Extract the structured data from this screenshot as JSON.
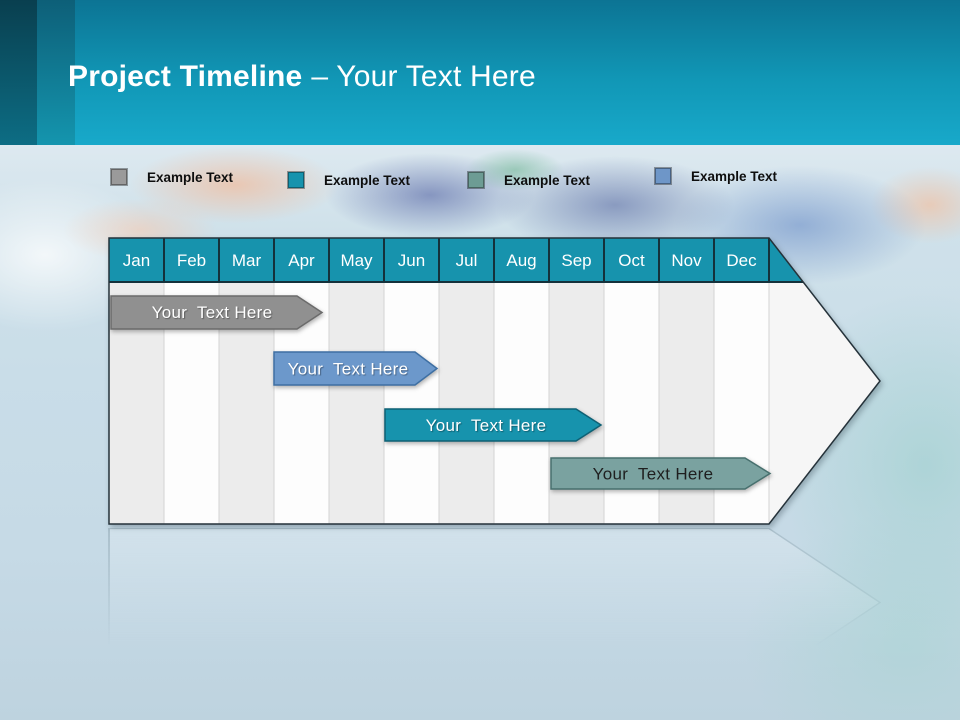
{
  "header": {
    "title_primary": "Project Timeline",
    "title_secondary": "– Your Text Here",
    "band_top_color": "#0c7494",
    "band_bottom_color": "#18a9ca"
  },
  "legend": {
    "items": [
      {
        "label": "Example Text",
        "color": "#9a9a9a"
      },
      {
        "label": "Example Text",
        "color": "#1793ad"
      },
      {
        "label": "Example Text",
        "color": "#6d9c94"
      },
      {
        "label": "Example Text",
        "color": "#6e96c8"
      }
    ]
  },
  "chart_data": {
    "type": "bar",
    "subtype": "gantt-timeline-arrow",
    "title": "Project Timeline",
    "categories": [
      "Jan",
      "Feb",
      "Mar",
      "Apr",
      "May",
      "Jun",
      "Jul",
      "Aug",
      "Sep",
      "Oct",
      "Nov",
      "Dec"
    ],
    "header_color": "#1793ad",
    "column_fills": [
      "#ececec",
      "#fdfdfd"
    ],
    "bars": [
      {
        "label": "Your  Text Here",
        "start": "Jan",
        "end": "mid Apr",
        "color": "#909090",
        "border": "#6b6b6b",
        "text_color": "#ffffff"
      },
      {
        "label": "Your  Text Here",
        "start": "Apr",
        "end": "Jun",
        "color": "#6c98cb",
        "border": "#3e6fa3",
        "text_color": "#ffffff"
      },
      {
        "label": "Your  Text Here",
        "start": "Jun",
        "end": "mid Sep",
        "color": "#1793ad",
        "border": "#0e6175",
        "text_color": "#ffffff"
      },
      {
        "label": "Your  Text Here",
        "start": "Sep",
        "end": "Dec",
        "color": "#7aa2a0",
        "border": "#47706e",
        "text_color": "#1f1f1f"
      }
    ]
  }
}
